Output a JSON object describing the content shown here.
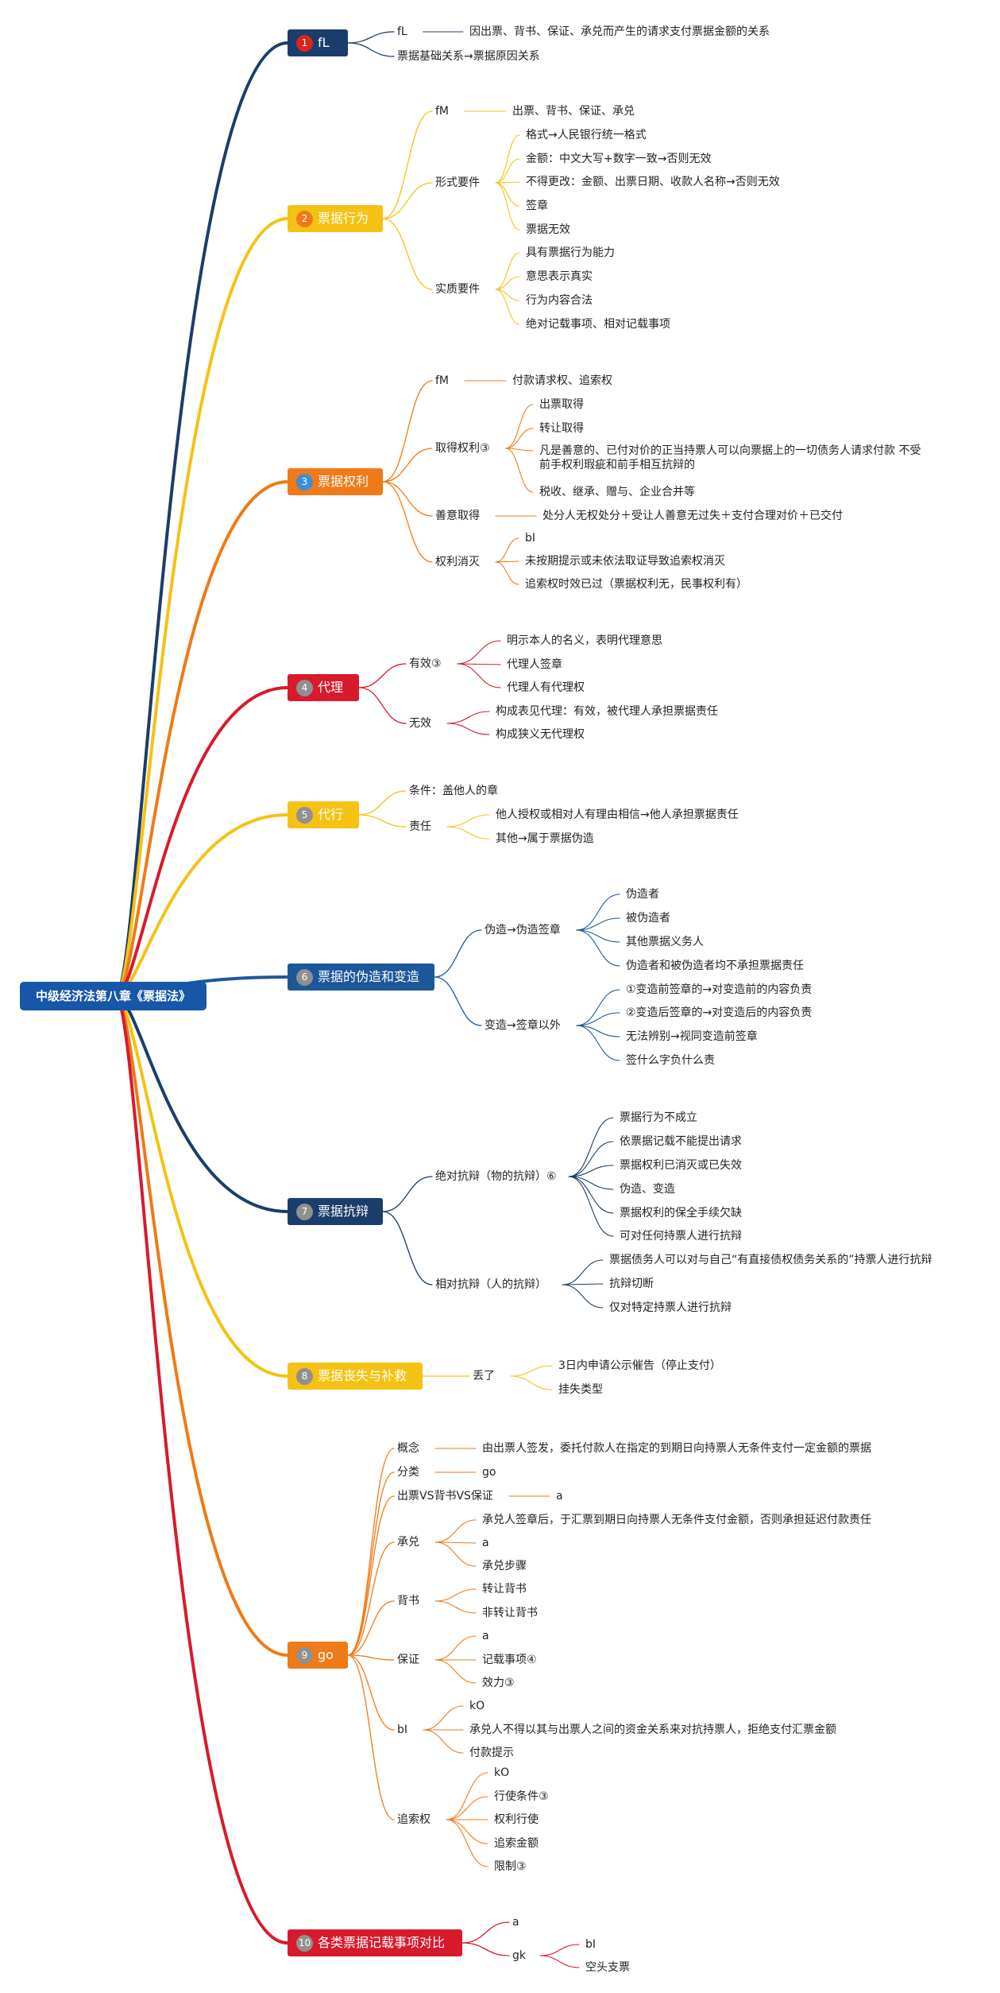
{
  "root": {
    "label": "中级经济法第八章《票据法》"
  },
  "colors": {
    "navy": "#1b3d6b",
    "yellow": "#f5c214",
    "orange": "#ef7a17",
    "red": "#d81a2c",
    "blue": "#1e5799"
  },
  "branches": [
    {
      "label": "fL",
      "items": [
        {
          "label": "fL",
          "children": [
            {
              "label": "因出票、背书、保证、承兑而产生的请求支付票据金额的关系"
            }
          ]
        },
        {
          "label": "票据基础关系→票据原因关系"
        }
      ]
    },
    {
      "label": "票据行为",
      "items": [
        {
          "label": "fM",
          "children": [
            {
              "label": "出票、背书、保证、承兑"
            }
          ]
        },
        {
          "label": "形式要件",
          "children": [
            {
              "label": "格式→人民银行统一格式"
            },
            {
              "label": "金额：中文大写+数字一致→否则无效"
            },
            {
              "label": "不得更改：金额、出票日期、收款人名称→否则无效"
            },
            {
              "label": "签章"
            },
            {
              "label": "票据无效"
            }
          ]
        },
        {
          "label": "实质要件",
          "children": [
            {
              "label": "具有票据行为能力"
            },
            {
              "label": "意思表示真实"
            },
            {
              "label": "行为内容合法"
            },
            {
              "label": "绝对记载事项、相对记载事项"
            }
          ]
        }
      ]
    },
    {
      "label": "票据权利",
      "items": [
        {
          "label": "fM",
          "children": [
            {
              "label": "付款请求权、追索权"
            }
          ]
        },
        {
          "label": "取得权利③",
          "children": [
            {
              "label": "出票取得"
            },
            {
              "label": "转让取得"
            },
            {
              "label": "凡是善意的、已付对价的正当持票人可以向票据上的一切债务人请求付款 不受前手权利瑕疵和前手相互抗辩的"
            },
            {
              "label": "税收、继承、赠与、企业合并等"
            }
          ]
        },
        {
          "label": "善意取得",
          "children": [
            {
              "label": "处分人无权处分＋受让人善意无过失＋支付合理对价＋已交付"
            }
          ]
        },
        {
          "label": "权利消灭",
          "children": [
            {
              "label": "bI"
            },
            {
              "label": "未按期提示或未依法取证导致追索权消灭"
            },
            {
              "label": "追索权时效已过（票据权利无，民事权利有）"
            }
          ]
        }
      ]
    },
    {
      "label": "代理",
      "items": [
        {
          "label": "有效③",
          "children": [
            {
              "label": "明示本人的名义，表明代理意思"
            },
            {
              "label": "代理人签章"
            },
            {
              "label": "代理人有代理权"
            }
          ]
        },
        {
          "label": "无效",
          "children": [
            {
              "label": "构成表见代理：有效，被代理人承担票据责任"
            },
            {
              "label": "构成狭义无代理权"
            }
          ]
        }
      ]
    },
    {
      "label": "代行",
      "items": [
        {
          "label": "条件：盖他人的章"
        },
        {
          "label": "责任",
          "children": [
            {
              "label": "他人授权或相对人有理由相信→他人承担票据责任"
            },
            {
              "label": "其他→属于票据伪造"
            }
          ]
        }
      ]
    },
    {
      "label": "票据的伪造和变造",
      "items": [
        {
          "label": "伪造→伪造签章",
          "children": [
            {
              "label": "伪造者"
            },
            {
              "label": "被伪造者"
            },
            {
              "label": "其他票据义务人"
            },
            {
              "label": "伪造者和被伪造者均不承担票据责任"
            }
          ]
        },
        {
          "label": "变造→签章以外",
          "children": [
            {
              "label": "①变造前签章的→对变造前的内容负责"
            },
            {
              "label": "②变造后签章的→对变造后的内容负责"
            },
            {
              "label": "无法辨别→视同变造前签章"
            },
            {
              "label": "签什么字负什么责"
            }
          ]
        }
      ]
    },
    {
      "label": "票据抗辩",
      "items": [
        {
          "label": "绝对抗辩（物的抗辩）⑥",
          "children": [
            {
              "label": "票据行为不成立"
            },
            {
              "label": "依票据记载不能提出请求"
            },
            {
              "label": "票据权利已消灭或已失效"
            },
            {
              "label": "伪造、变造"
            },
            {
              "label": "票据权利的保全手续欠缺"
            },
            {
              "label": "可对任何持票人进行抗辩"
            }
          ]
        },
        {
          "label": "相对抗辩（人的抗辩）",
          "children": [
            {
              "label": "票据债务人可以对与自己“有直接债权债务关系的”持票人进行抗辩"
            },
            {
              "label": "抗辩切断"
            },
            {
              "label": "仅对特定持票人进行抗辩"
            }
          ]
        }
      ]
    },
    {
      "label": "票据丧失与补救",
      "items": [
        {
          "label": "丢了",
          "children": [
            {
              "label": "3日内申请公示催告（停止支付）"
            },
            {
              "label": "挂失类型"
            }
          ]
        }
      ]
    },
    {
      "label": "go",
      "items": [
        {
          "label": "概念",
          "children": [
            {
              "label": "由出票人签发，委托付款人在指定的到期日向持票人无条件支付一定金额的票据"
            }
          ]
        },
        {
          "label": "分类",
          "children": [
            {
              "label": "go"
            }
          ]
        },
        {
          "label": "出票VS背书VS保证",
          "children": [
            {
              "label": "a"
            }
          ]
        },
        {
          "label": "承兑",
          "children": [
            {
              "label": "承兑人签章后，于汇票到期日向持票人无条件支付金额，否则承担延迟付款责任"
            },
            {
              "label": "a"
            },
            {
              "label": "承兑步骤"
            }
          ]
        },
        {
          "label": "背书",
          "children": [
            {
              "label": "转让背书"
            },
            {
              "label": "非转让背书"
            }
          ]
        },
        {
          "label": "保证",
          "children": [
            {
              "label": "a"
            },
            {
              "label": "记载事项④"
            },
            {
              "label": "效力③"
            }
          ]
        },
        {
          "label": "bI",
          "children": [
            {
              "label": "kO"
            },
            {
              "label": "承兑人不得以其与出票人之间的资金关系来对抗持票人，拒绝支付汇票金额"
            },
            {
              "label": "付款提示"
            }
          ]
        },
        {
          "label": "追索权",
          "children": [
            {
              "label": "kO"
            },
            {
              "label": "行使条件③"
            },
            {
              "label": "权利行使"
            },
            {
              "label": "追索金额"
            },
            {
              "label": "限制③"
            }
          ]
        }
      ]
    },
    {
      "label": "各类票据记载事项对比",
      "items": [
        {
          "label": "a"
        },
        {
          "label": "gk",
          "children": [
            {
              "label": "bI"
            },
            {
              "label": "空头支票"
            }
          ]
        }
      ]
    }
  ]
}
